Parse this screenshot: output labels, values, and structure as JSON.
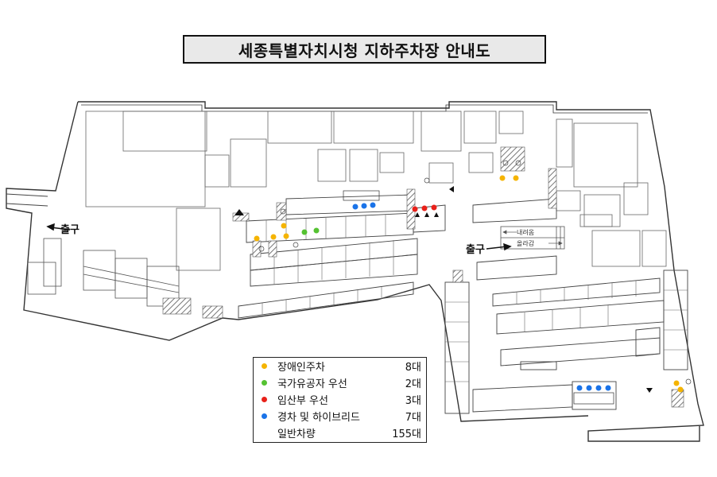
{
  "title": "세종특별자치시청 지하주차장 안내도",
  "exits": [
    {
      "label": "출구"
    },
    {
      "label": "출구"
    }
  ],
  "ramp": {
    "down_label": "내려옴",
    "up_label": "올라감"
  },
  "colors": {
    "disabled": "#f5b400",
    "veteran": "#55c232",
    "pregnant": "#e8211a",
    "compact_hybrid": "#1a73e8"
  },
  "legend": [
    {
      "label": "장애인주차",
      "count": "8대",
      "color": "#f5b400",
      "icon": "yellow-dot-icon"
    },
    {
      "label": "국가유공자 우선",
      "count": "2대",
      "color": "#55c232",
      "icon": "green-dot-icon"
    },
    {
      "label": "임산부 우선",
      "count": "3대",
      "color": "#e8211a",
      "icon": "red-dot-icon"
    },
    {
      "label": "경차 및 하이브리드",
      "count": "7대",
      "color": "#1a73e8",
      "icon": "blue-dot-icon"
    },
    {
      "label": "일반차량",
      "count": "155대",
      "color": "",
      "icon": ""
    }
  ]
}
